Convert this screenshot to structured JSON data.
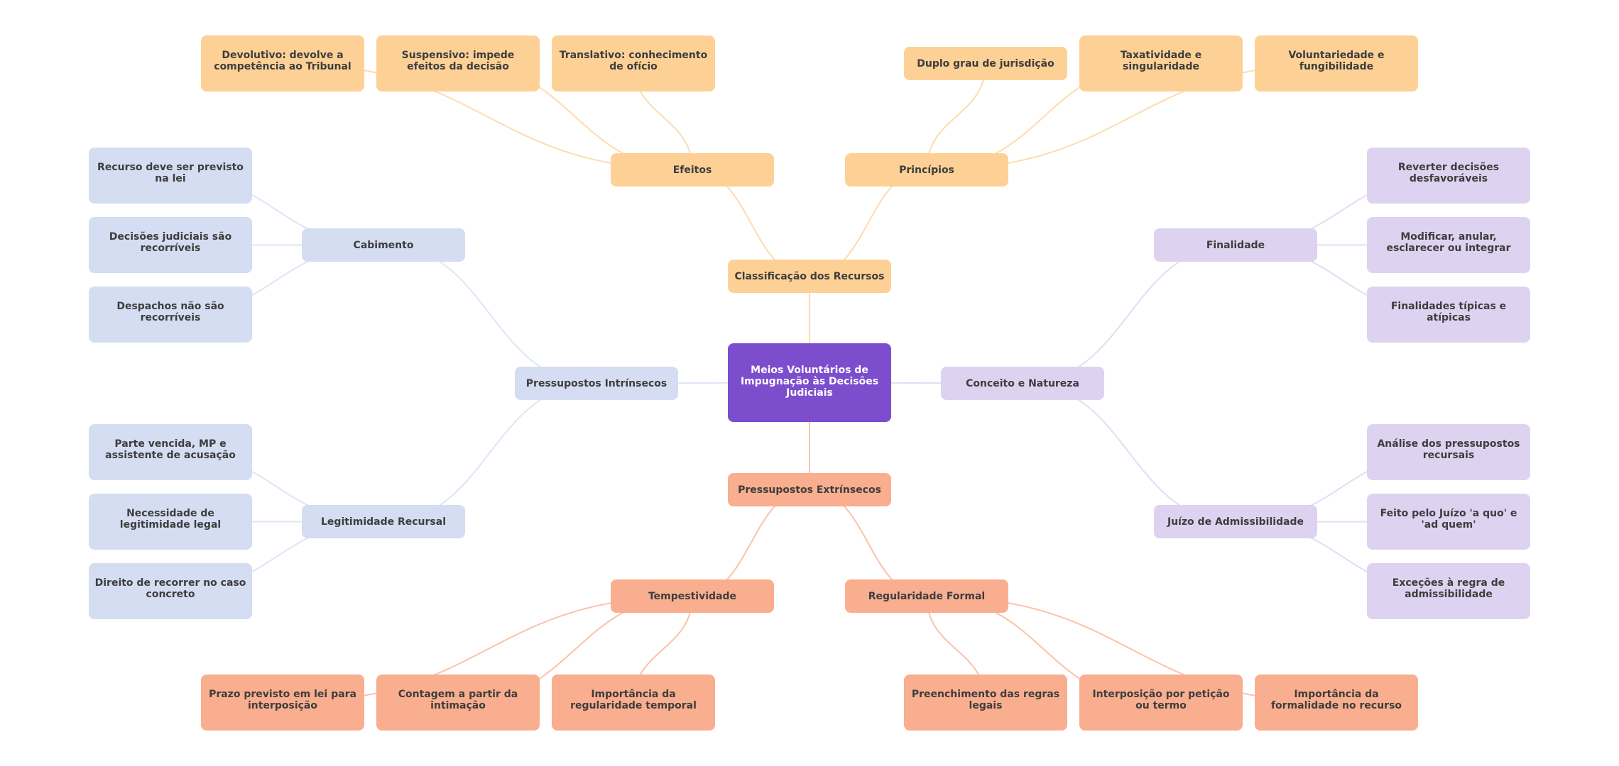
{
  "title": "Meios Voluntários de Impugnação às Decisões Judiciais",
  "colors": {
    "root": "#7c4dcc",
    "classificacao_branch": "#fdd196",
    "intrinsecos_branch": "#d4ddf1",
    "conceito_branch": "#ddd3f0",
    "extrinsecos_branch": "#f9ae8f",
    "edge_peach": "#fddcb0",
    "edge_blue": "#dfe5f5",
    "edge_lav": "#e4dcf4",
    "edge_salmon": "#f9c3ab"
  },
  "root": {
    "id": "root",
    "label": "Meios Voluntários de Impugnação às Decisões Judiciais"
  },
  "branches": {
    "classificacao": {
      "label": "Classificação dos Recursos",
      "efeitos": {
        "label": "Efeitos",
        "children": [
          "Devolutivo: devolve a competência ao Tribunal",
          "Suspensivo: impede efeitos da decisão",
          "Translativo: conhecimento de ofício"
        ]
      },
      "principios": {
        "label": "Princípios",
        "children": [
          "Duplo grau de jurisdição",
          "Taxatividade e singularidade",
          "Voluntariedade e fungibilidade"
        ]
      }
    },
    "intrinsecos": {
      "label": "Pressupostos Intrínsecos",
      "cabimento": {
        "label": "Cabimento",
        "children": [
          "Recurso deve ser previsto na lei",
          "Decisões judiciais são recorríveis",
          "Despachos não são recorríveis"
        ]
      },
      "legitimidade": {
        "label": "Legitimidade Recursal",
        "children": [
          "Parte vencida, MP e assistente de acusação",
          "Necessidade de legitimidade legal",
          "Direito de recorrer no caso concreto"
        ]
      }
    },
    "conceito": {
      "label": "Conceito e Natureza",
      "finalidade": {
        "label": "Finalidade",
        "children": [
          "Reverter decisões desfavoráveis",
          "Modificar, anular, esclarecer ou integrar",
          "Finalidades típicas e atípicas"
        ]
      },
      "juizo": {
        "label": "Juízo de Admissibilidade",
        "children": [
          "Análise dos pressupostos recursais",
          "Feito pelo Juízo 'a quo' e 'ad quem'",
          "Exceções à regra de admissibilidade"
        ]
      }
    },
    "extrinsecos": {
      "label": "Pressupostos Extrínsecos",
      "tempestividade": {
        "label": "Tempestividade",
        "children": [
          "Prazo previsto em lei para interposição",
          "Contagem a partir da intimação",
          "Importância da regularidade temporal"
        ]
      },
      "regularidade": {
        "label": "Regularidade Formal",
        "children": [
          "Preenchimento das regras legais",
          "Interposição por petição ou termo",
          "Importância da formalidade no recurso"
        ]
      }
    }
  },
  "edges": [
    [
      "root",
      "classificacao",
      "peach"
    ],
    [
      "classificacao",
      "efeitos",
      "peach"
    ],
    [
      "classificacao",
      "principios",
      "peach"
    ],
    [
      "efeitos",
      "ef0",
      "peach"
    ],
    [
      "efeitos",
      "ef1",
      "peach"
    ],
    [
      "efeitos",
      "ef2",
      "peach"
    ],
    [
      "principios",
      "pr0",
      "peach"
    ],
    [
      "principios",
      "pr1",
      "peach"
    ],
    [
      "principios",
      "pr2",
      "peach"
    ],
    [
      "root",
      "intrinsecos",
      "blue"
    ],
    [
      "intrinsecos",
      "cabimento",
      "blue"
    ],
    [
      "intrinsecos",
      "legitimidade",
      "blue"
    ],
    [
      "cabimento",
      "ca0",
      "blue"
    ],
    [
      "cabimento",
      "ca1",
      "blue"
    ],
    [
      "cabimento",
      "ca2",
      "blue"
    ],
    [
      "legitimidade",
      "le0",
      "blue"
    ],
    [
      "legitimidade",
      "le1",
      "blue"
    ],
    [
      "legitimidade",
      "le2",
      "blue"
    ],
    [
      "root",
      "conceito",
      "lav"
    ],
    [
      "conceito",
      "finalidade",
      "lav"
    ],
    [
      "conceito",
      "juizo",
      "lav"
    ],
    [
      "finalidade",
      "fi0",
      "lav"
    ],
    [
      "finalidade",
      "fi1",
      "lav"
    ],
    [
      "finalidade",
      "fi2",
      "lav"
    ],
    [
      "juizo",
      "ju0",
      "lav"
    ],
    [
      "juizo",
      "ju1",
      "lav"
    ],
    [
      "juizo",
      "ju2",
      "lav"
    ],
    [
      "root",
      "extrinsecos",
      "salmon"
    ],
    [
      "extrinsecos",
      "tempestividade",
      "salmon"
    ],
    [
      "extrinsecos",
      "regularidade",
      "salmon"
    ],
    [
      "tempestividade",
      "te0",
      "salmon"
    ],
    [
      "tempestividade",
      "te1",
      "salmon"
    ],
    [
      "tempestividade",
      "te2",
      "salmon"
    ],
    [
      "regularidade",
      "re0",
      "salmon"
    ],
    [
      "regularidade",
      "re1",
      "salmon"
    ],
    [
      "regularidade",
      "re2",
      "salmon"
    ]
  ]
}
